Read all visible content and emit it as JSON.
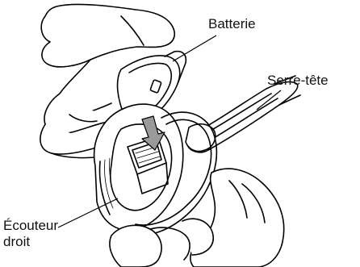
{
  "labels": {
    "battery": "Batterie",
    "headband": "Serre-tête",
    "earpiece_line1": "Écouteur",
    "earpiece_line2": "droit"
  },
  "style": {
    "stroke_color": "#000000",
    "fill_color": "#ffffff",
    "arrow_fill": "#9a9a9a"
  }
}
